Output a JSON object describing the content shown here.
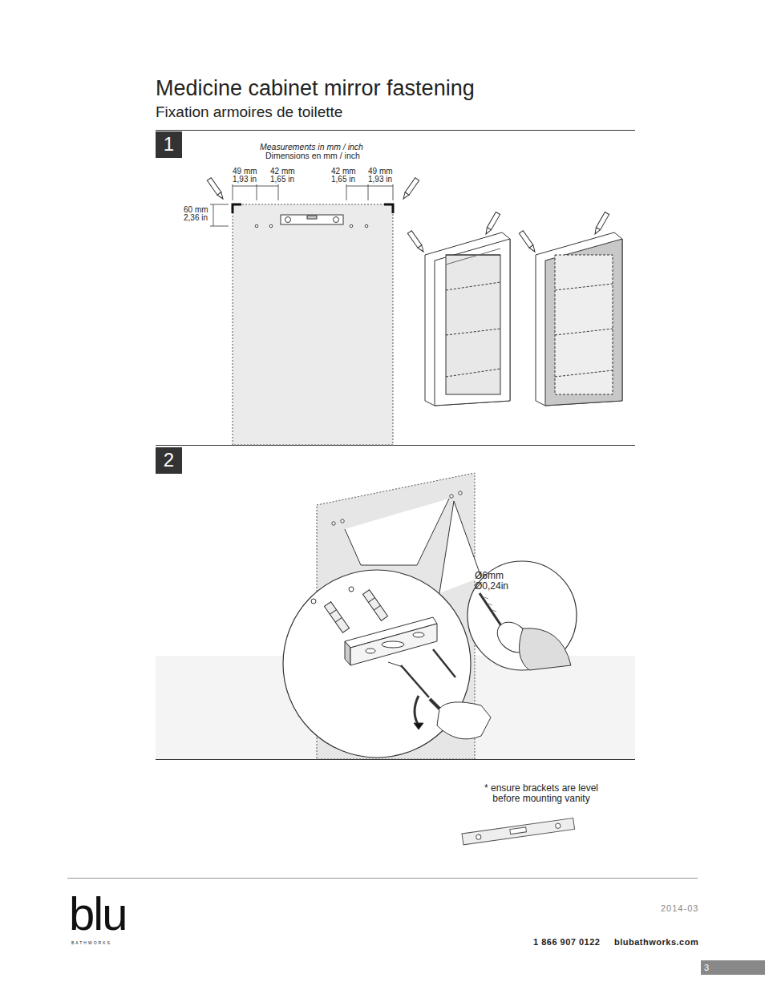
{
  "diagram": {
    "title": "Medicine cabinet mirror fastening",
    "nodes": [
      {
        "text": [
          "1"
        ]
      },
      {
        "text": [
          "2"
        ]
      }
    ],
    "labels": [
      "Fixation armoires de toilette",
      "Measurements in mm / inch",
      "Dimensions en mm / inch",
      "49 mm",
      "1,93 in",
      "42 mm",
      "1,65 in",
      "42 mm",
      "1,65 in",
      "49 mm",
      "1,93 in",
      "60 mm",
      "2,36 in",
      "Ø6mm",
      "Ø0,24in",
      "* ensure brackets are level before mounting vanity",
      "2014-03",
      "1 866 907 0122",
      "blubathworks.com",
      "3",
      "blu",
      "BATHWORKS"
    ]
  }
}
